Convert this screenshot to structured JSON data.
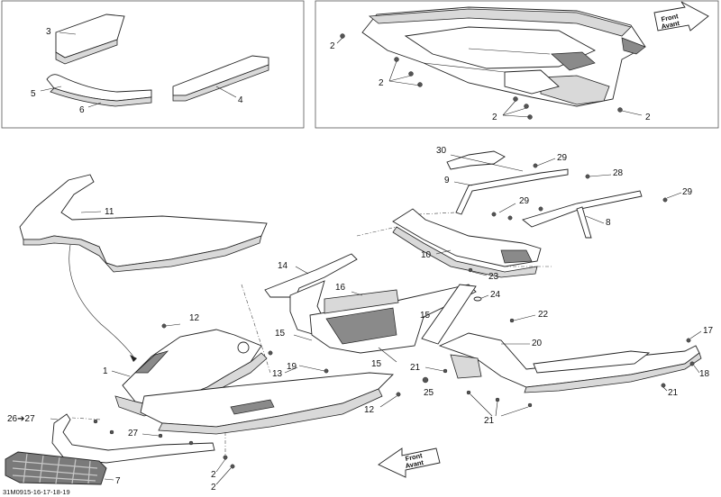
{
  "callouts": {
    "c3": "3",
    "c4": "4",
    "c5": "5",
    "c6": "6",
    "c2a": "2",
    "c2b": "2",
    "c2c": "2",
    "c2d": "2",
    "c2e": "2",
    "c2f": "2",
    "c1": "1",
    "c7": "7",
    "c8": "8",
    "c9": "9",
    "c10": "10",
    "c11": "11",
    "c12a": "12",
    "c12b": "12",
    "c13": "13",
    "c14": "14",
    "c15a": "15",
    "c15b": "15",
    "c15c": "15",
    "c16": "16",
    "c17": "17",
    "c18": "18",
    "c19": "19",
    "c20": "20",
    "c21a": "21",
    "c21b": "21",
    "c21c": "21",
    "c22": "22",
    "c23": "23",
    "c24": "24",
    "c25": "25",
    "c26_27": "26➔27",
    "c27": "27",
    "c28": "28",
    "c29a": "29",
    "c29b": "29",
    "c29c": "29",
    "c30": "30"
  },
  "front_arrow_top": {
    "line1": "Front",
    "line2": "Avant"
  },
  "front_arrow_bottom": {
    "line1": "Front",
    "line2": "Avant"
  },
  "figure_code": "31M0915-16-17-18-19"
}
